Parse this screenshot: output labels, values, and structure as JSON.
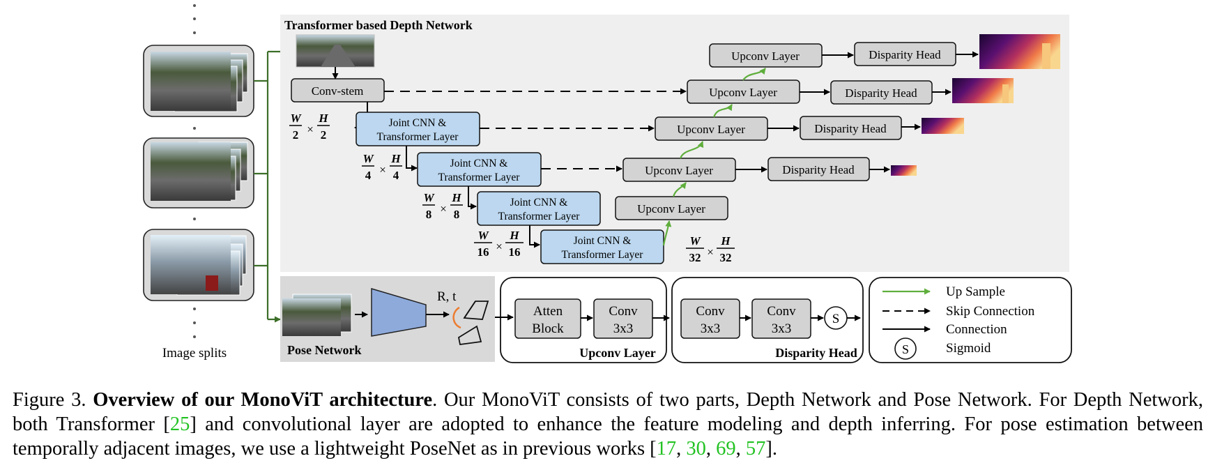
{
  "figure": {
    "title": "Transformer based Depth Network",
    "image_splits_label": "Image splits",
    "conv_stem": "Conv-stem",
    "joint_line1": "Joint CNN &",
    "joint_line2": "Transformer Layer",
    "upconv": "Upconv Layer",
    "disparity_head": "Disparity Head",
    "frac_W": "W",
    "frac_H": "H",
    "times": "×",
    "den_2": "2",
    "den_4": "4",
    "den_8": "8",
    "den_16": "16",
    "den_32": "32",
    "rt_label": "R, t",
    "pose_network": "Pose Network",
    "atten_line1": "Atten",
    "atten_line2": "Block",
    "conv_line1": "Conv",
    "conv_line2": "3x3",
    "upconv_layer_caption": "Upconv Layer",
    "disparity_head_caption": "Disparity Head",
    "sigmoid_symbol": "S",
    "legend": {
      "up_sample": "Up Sample",
      "skip_connection": "Skip Connection",
      "connection": "Connection",
      "sigmoid": "Sigmoid"
    }
  },
  "colors": {
    "panel_bg": "#efefef",
    "pose_panel_bg": "#d9d9d9",
    "gray_box": "#d3d3d3",
    "blue_box": "#bcd7ef",
    "upsample_green": "#5fae3c",
    "feed_green": "#3c6e28",
    "pose_trapezoid": "#8eaadb",
    "orange_arc": "#ec7d32"
  },
  "caption": {
    "prefix": "Figure 3. ",
    "bold": "Overview of our MonoViT architecture",
    "text1": ". Our MonoViT consists of two parts, Depth Network and Pose Network. For Depth Network, both Transformer [",
    "ref1": "25",
    "text2": "] and convolutional layer are adopted to enhance the feature modeling and depth inferring. For pose estimation between temporally adjacent images, we use a lightweight PoseNet as in previous works [",
    "ref2": "17",
    "sep1": ", ",
    "ref3": "30",
    "sep2": ", ",
    "ref4": "69",
    "sep3": ", ",
    "ref5": "57",
    "text3": "]."
  }
}
